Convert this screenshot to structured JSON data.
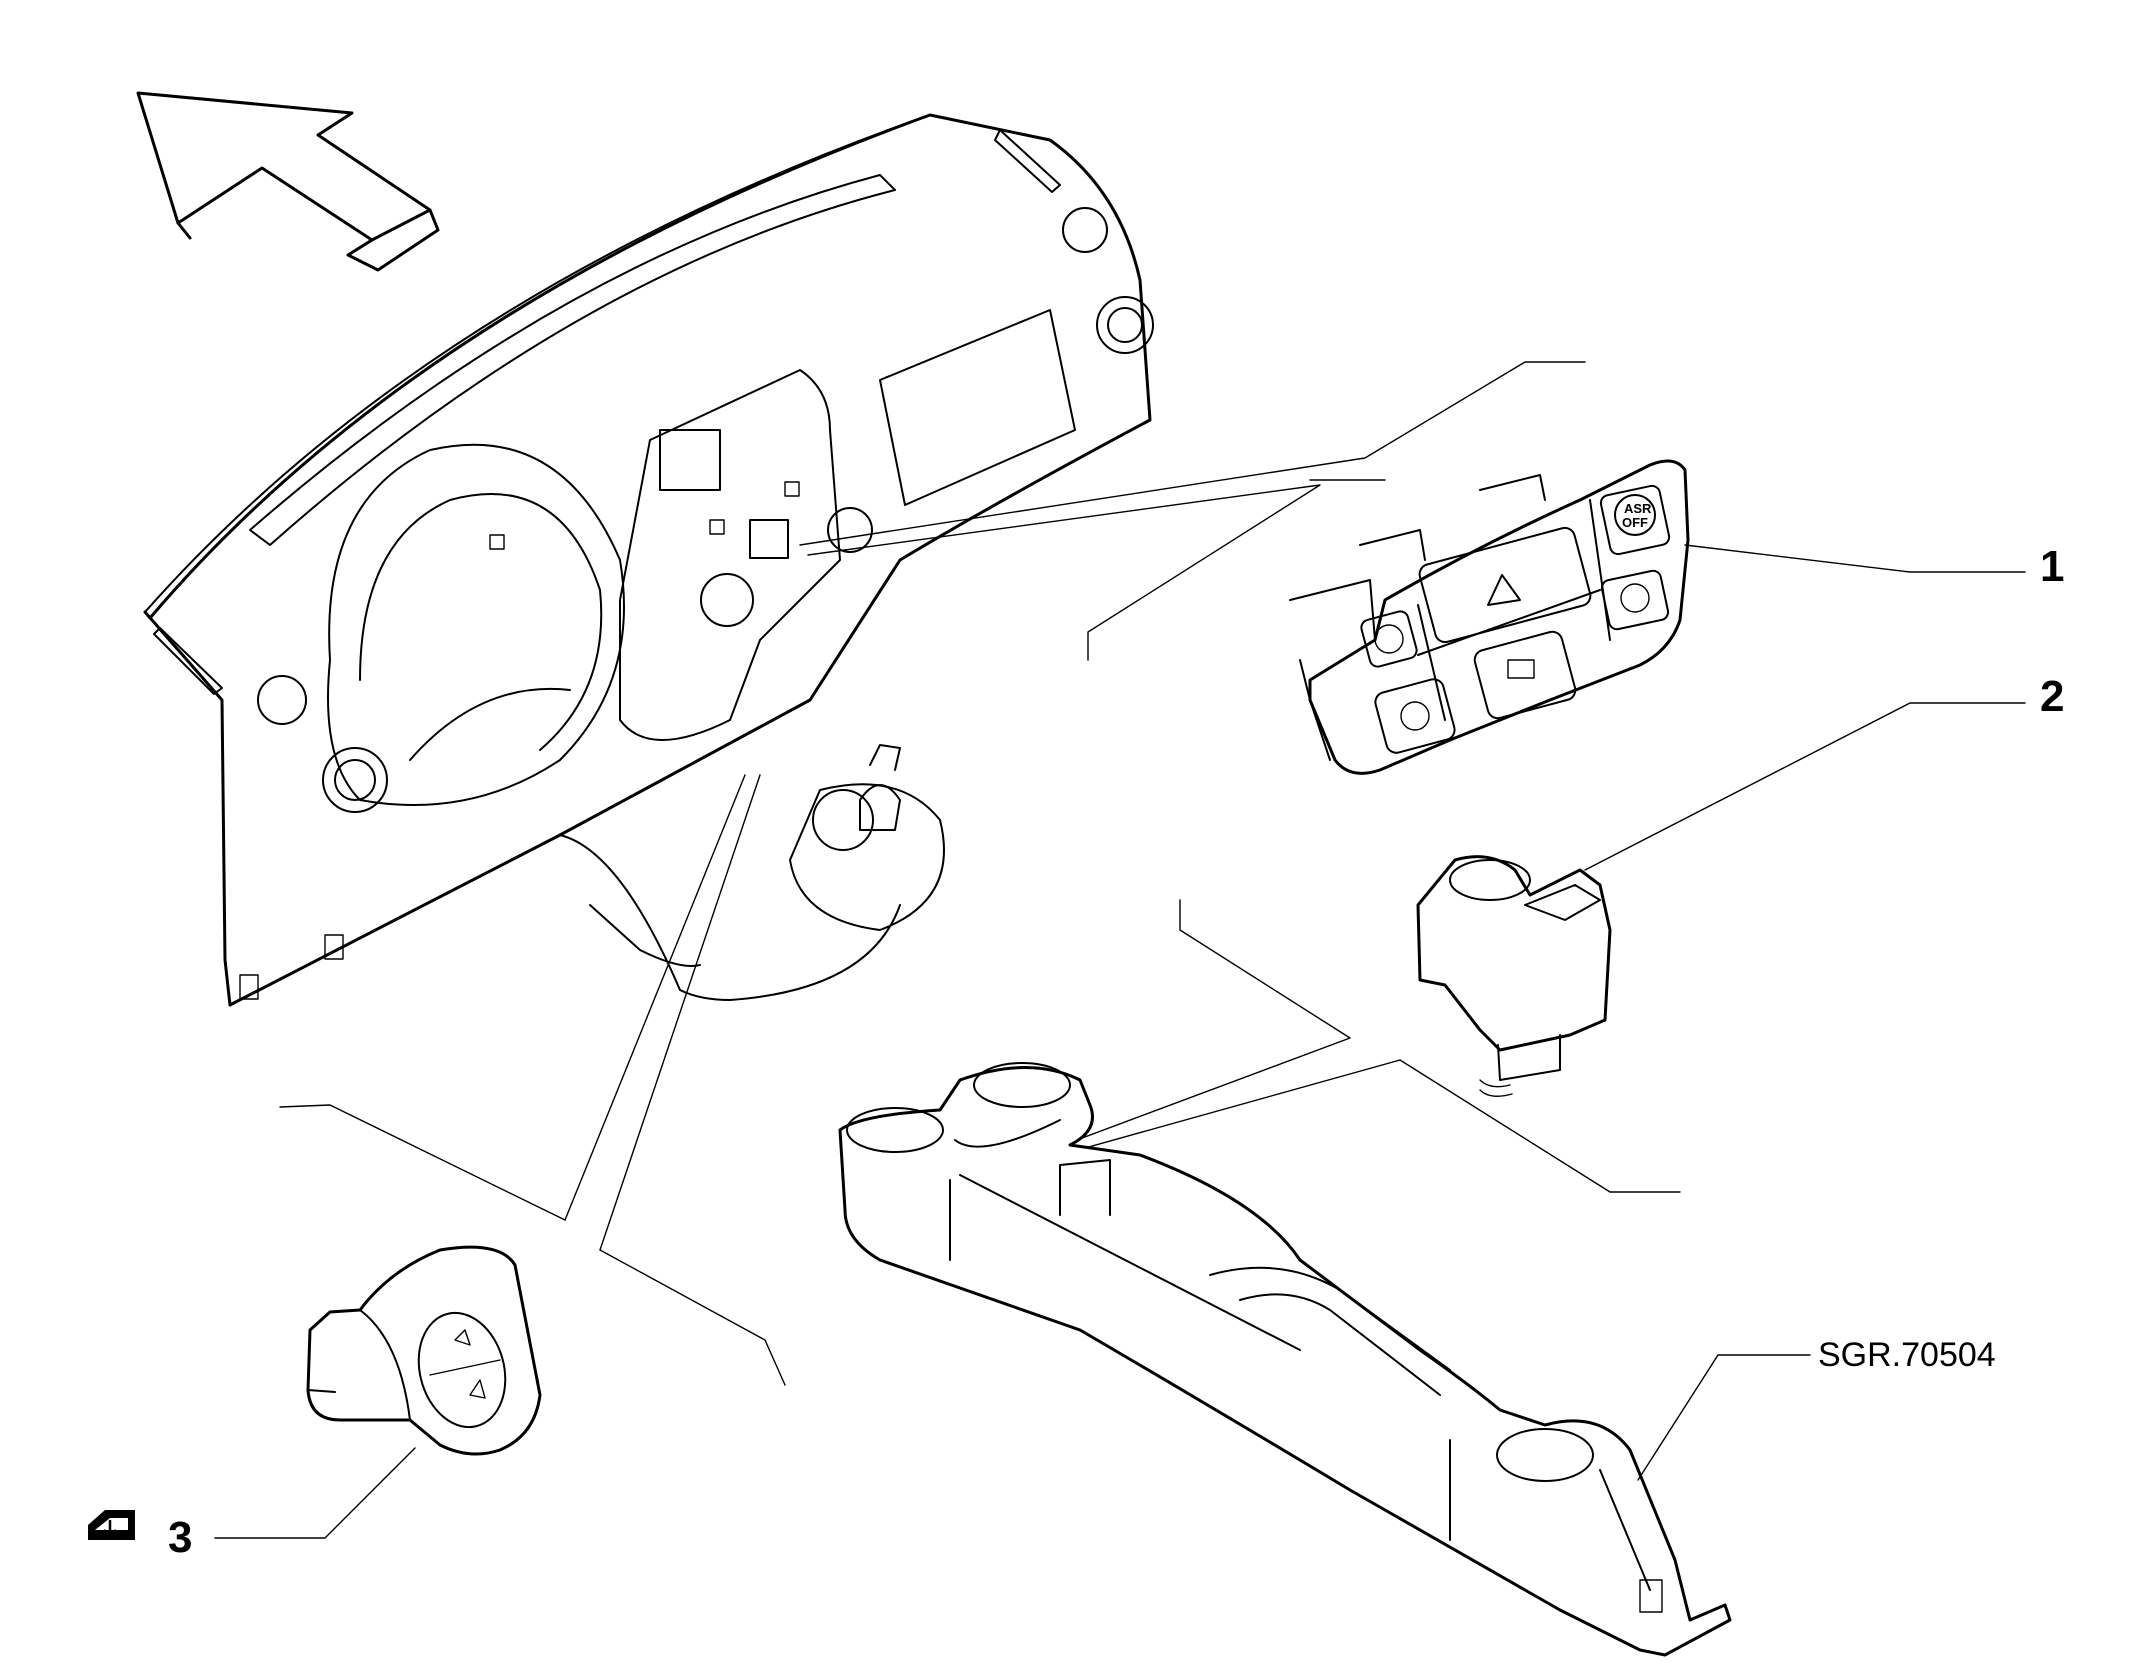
{
  "diagram": {
    "reference_code": "SGR.70504",
    "callouts": [
      {
        "number": "1",
        "part": "dashboard-switch-panel"
      },
      {
        "number": "2",
        "part": "mirror-adjust-switch"
      },
      {
        "number": "3",
        "part": "window-switch"
      }
    ],
    "switch_panel_labels": {
      "asr_top": "ASR",
      "asr_bottom": "OFF"
    },
    "icons": [
      "direction-arrow-icon",
      "window-lift-symbol-icon",
      "hazard-triangle-icon"
    ],
    "colors": {
      "line": "#000000",
      "background": "#ffffff"
    }
  }
}
